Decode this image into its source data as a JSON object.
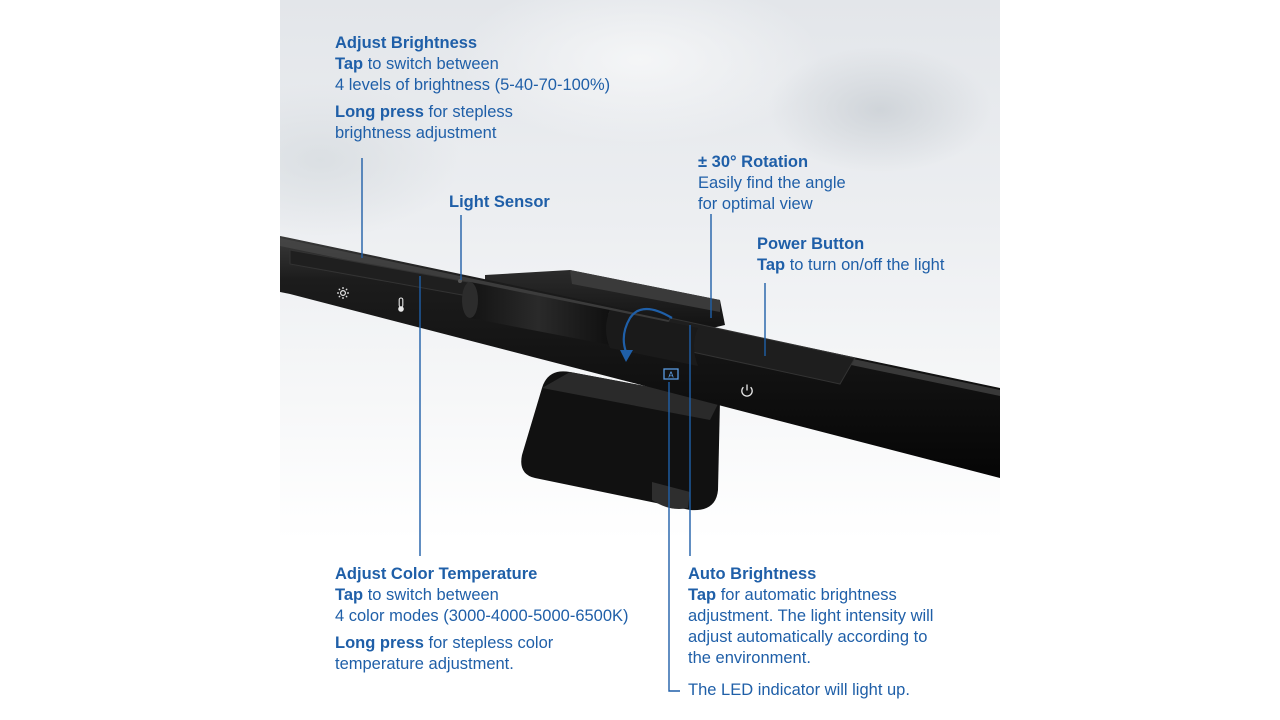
{
  "annotations": {
    "adjust_brightness": {
      "title": "Adjust Brightness",
      "tap_word": "Tap",
      "tap_rest": " to switch between",
      "tap_line2": "4 levels of brightness (5-40-70-100%)",
      "long_word": "Long press",
      "long_rest": " for stepless",
      "long_line2": "brightness adjustment"
    },
    "light_sensor": {
      "title": "Light Sensor"
    },
    "rotation": {
      "title": "± 30° Rotation",
      "line1": "Easily find the angle",
      "line2": "for optimal view"
    },
    "power_button": {
      "title": "Power Button",
      "tap_word": "Tap",
      "tap_rest": " to turn on/off the light"
    },
    "color_temperature": {
      "title": "Adjust Color Temperature",
      "tap_word": "Tap",
      "tap_rest": " to switch between",
      "tap_line2": "4 color modes (3000-4000-5000-6500K)",
      "long_word": "Long press",
      "long_rest": " for stepless color",
      "long_line2": "temperature adjustment."
    },
    "auto_brightness": {
      "title": "Auto Brightness",
      "tap_word": "Tap",
      "tap_rest": " for automatic brightness",
      "line2": "adjustment. The light intensity will",
      "line3": "adjust automatically according to",
      "line4": "the environment."
    },
    "led_indicator": {
      "text": "The LED indicator will light up."
    }
  },
  "colors": {
    "annotation_blue": "#1f5fa8",
    "lamp_body": "#141414"
  },
  "icons": {
    "brightness": "sun-icon",
    "color_temperature": "thermometer-icon",
    "auto_brightness": "auto-brightness-icon",
    "power": "power-icon",
    "rotation": "rotation-arrow-icon"
  }
}
